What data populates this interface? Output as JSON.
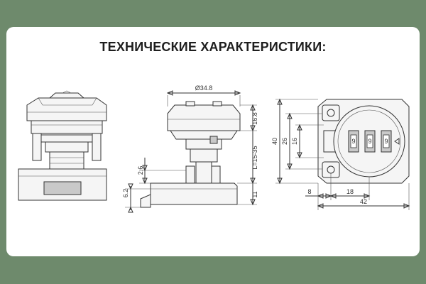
{
  "page": {
    "background_color": "#6e8a6c",
    "card_color": "#ffffff",
    "title": "ТЕХНИЧЕСКИЕ ХАРАКТЕРИСТИКИ:"
  },
  "drawing": {
    "middle_view": {
      "diameter": "Ø34.8",
      "height_top": "16.8",
      "length": "L=15-35",
      "bottom_height": "11",
      "cam_offset": "2.6",
      "cam_height": "6.2"
    },
    "right_view": {
      "height_outer": "40",
      "height_mid": "26",
      "height_inner": "16",
      "offset_left": "8",
      "width_mid": "18",
      "width_total": "42",
      "dial_digits": [
        "9",
        "9",
        "9"
      ]
    }
  }
}
